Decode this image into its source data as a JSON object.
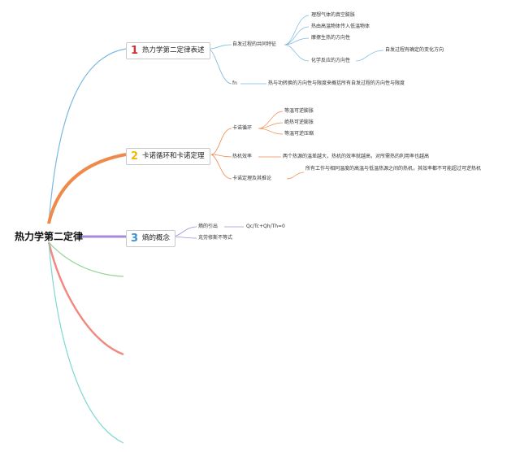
{
  "root": "热力学第二定律",
  "branches": [
    {
      "num": "1",
      "num_color": "#d32f2f",
      "label": "热力学第二定律表述",
      "children": [
        {
          "label": "自发过程的共同特征",
          "children": [
            {
              "label": "理想气体的真空膨胀"
            },
            {
              "label": "热由高温物体传入低温物体"
            },
            {
              "label": "摩擦生热的方向性"
            },
            {
              "label": "化学反应的方向性",
              "children": [
                {
                  "label": "自发过程有确定的变化方向"
                }
              ]
            }
          ]
        },
        {
          "label": "fn",
          "children": [
            {
              "label": "热与功转换的方向性与限度来概括所有自发过程的方向性与限度"
            }
          ]
        }
      ]
    },
    {
      "num": "2",
      "num_color": "#f2b705",
      "label": "卡诺循环和卡诺定理",
      "children": [
        {
          "label": "卡诺循环",
          "children": [
            {
              "label": "等温可逆膨胀"
            },
            {
              "label": "绝热可逆膨胀"
            },
            {
              "label": "等温可逆压缩"
            }
          ]
        },
        {
          "label": "热机效率",
          "children": [
            {
              "label": "两个热源的温差越大，热机的效率就越高，对所需热的利用率也越高"
            }
          ]
        },
        {
          "label": "卡诺定理及其推论",
          "children": [
            {
              "label": "所有工作与相同温度的高温与低温热源之间的热机，其效率都不可能超过可逆热机"
            }
          ]
        }
      ]
    },
    {
      "num": "3",
      "num_color": "#3a8fd6",
      "label": "熵的概念",
      "children": [
        {
          "label": "熵的引出",
          "children": [
            {
              "label": "Qc/Tc+Qh/Th=0"
            }
          ]
        },
        {
          "label": "克劳修斯不等式"
        }
      ]
    }
  ],
  "colors": {
    "branch1_line": "#7ab8e0",
    "branch2_line": "#f08a4b",
    "branch3_line": "#a78bdb",
    "empty_green": "#8fd48f",
    "empty_red": "#f08a80",
    "empty_teal": "#7fd8d0",
    "twig": "#c8c8c8"
  }
}
